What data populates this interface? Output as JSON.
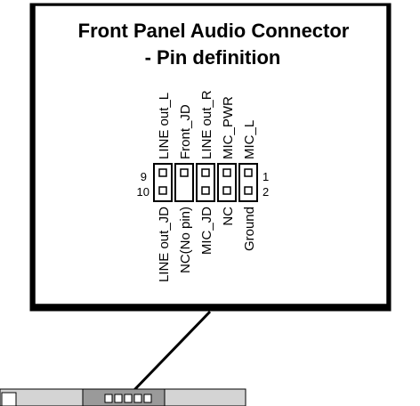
{
  "title": {
    "line1": "Front Panel Audio Connector",
    "line2": "- Pin definition"
  },
  "connector": {
    "row_left_labels": {
      "top": "9",
      "bottom": "10"
    },
    "row_right_labels": {
      "top": "1",
      "bottom": "2"
    },
    "top_labels": [
      "LINE out_L",
      "Front_JD",
      "LINE out_R",
      "MIC_PWR",
      "MIC_L"
    ],
    "bottom_labels": [
      "LINE out_JD",
      "NC(No pin)",
      "MIC_JD",
      "NC",
      "Ground"
    ],
    "bottom_row_missing_pin_index": 1
  },
  "board": {
    "header_pin_count": 5
  },
  "colors": {
    "line": "#000000",
    "board_fill": "#d4d4d4",
    "board_dark": "#9a9a9a"
  }
}
